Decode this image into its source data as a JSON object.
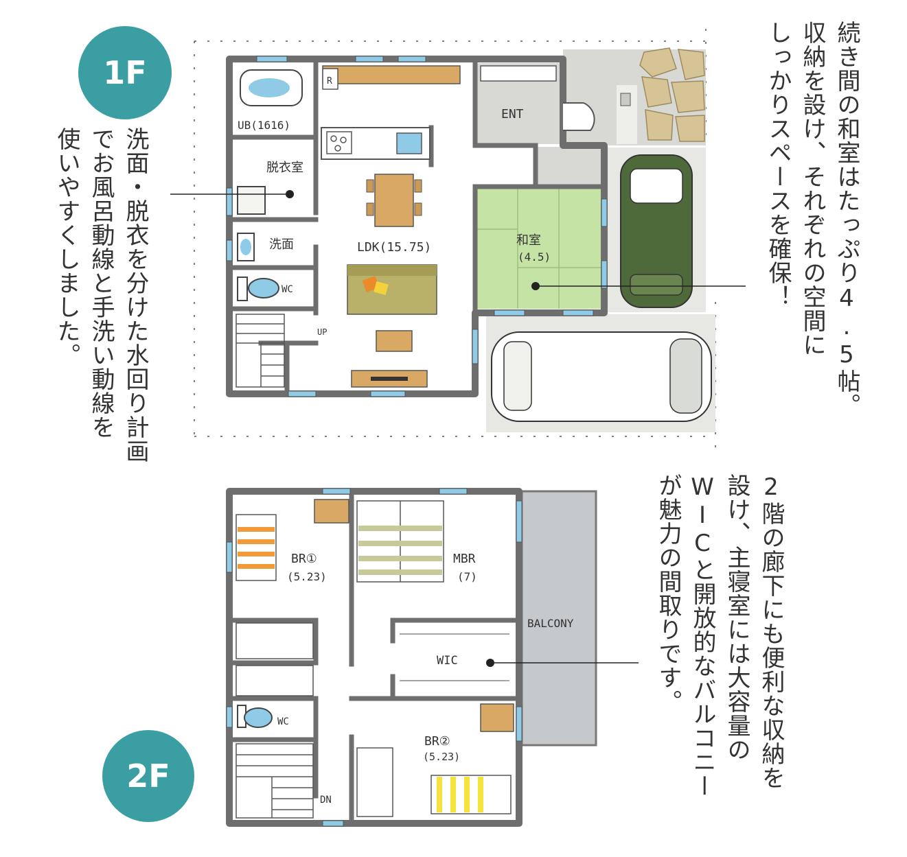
{
  "badges": {
    "first_floor": "1F",
    "second_floor": "2F"
  },
  "notes": {
    "left": [
      "洗面・脱衣を分けた水回り計画",
      "でお風呂動線と手洗い動線を",
      "使いやすくしました。"
    ],
    "top_right": [
      "続き間の和室はたっぷり4.5帖。",
      "収納を設け、それぞれの空間に",
      "しっかりスペースを確保！"
    ],
    "bottom_right": [
      "2階の廊下にも便利な収納を",
      "設け、主寝室には大容量の",
      "WICと開放的なバルコニー",
      "が魅力の間取りです。"
    ]
  },
  "floor1": {
    "rooms": {
      "bath": "UB(1616)",
      "dressing": "脱衣室",
      "washroom": "洗面",
      "toilet": "WC",
      "ldk": "LDK(15.75)",
      "entrance": "ENT",
      "japanese_room_name": "和室",
      "japanese_room_size": "(4.5)",
      "stairs": "UP",
      "fridge": "R"
    }
  },
  "floor2": {
    "rooms": {
      "br1_name": "BR①",
      "br1_size": "(5.23)",
      "mbr_name": "MBR",
      "mbr_size": "(7)",
      "balcony": "BALCONY",
      "wic": "WIC",
      "toilet": "WC",
      "br2_name": "BR②",
      "br2_size": "(5.23)",
      "stairs": "DN"
    }
  },
  "colors": {
    "accent_teal": "#3a9ea3",
    "wall": "#6e6e6e",
    "tatami": "#c6e3a6",
    "wood": "#d9a865",
    "water": "#8fcbe6",
    "entrance_floor": "#d8d8d4",
    "balcony": "#c5c9cc",
    "stripe_orange": "#f29a3a",
    "stripe_olive": "#c8c99a",
    "stripe_yellow": "#f5e33b",
    "car_green": "#4f6a3a"
  }
}
